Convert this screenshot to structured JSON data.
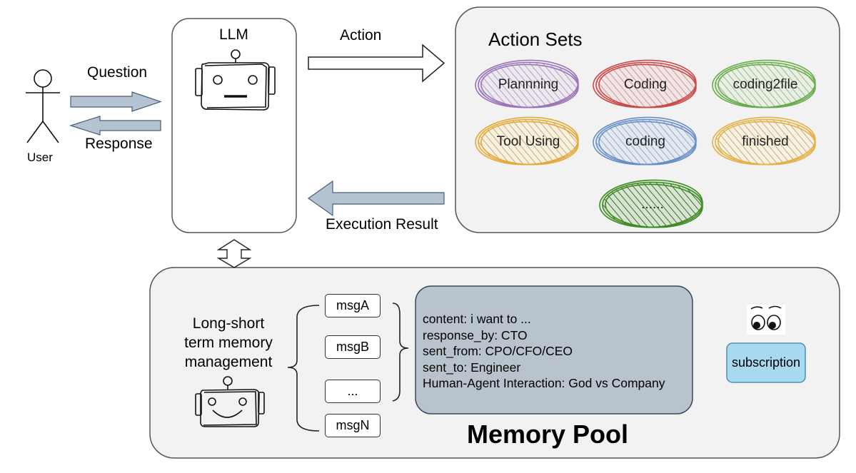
{
  "user": {
    "label": "User"
  },
  "question": {
    "label": "Question"
  },
  "response": {
    "label": "Response"
  },
  "llm": {
    "title": "LLM"
  },
  "action": {
    "label": "Action"
  },
  "action_sets": {
    "title": "Action Sets",
    "items": [
      {
        "label": "Plannning",
        "color": "#9b73b8",
        "fill": "#eee8f3"
      },
      {
        "label": "Coding",
        "color": "#c94a4a",
        "fill": "#f6e3e3"
      },
      {
        "label": "coding2file",
        "color": "#6aab4f",
        "fill": "#e6f2df"
      },
      {
        "label": "Tool Using",
        "color": "#e3a93b",
        "fill": "#fbf0da"
      },
      {
        "label": "coding",
        "color": "#6a8ec4",
        "fill": "#e1e9f5"
      },
      {
        "label": "finished",
        "color": "#e3b14a",
        "fill": "#fbf1dc"
      },
      {
        "label": "......",
        "color": "#3f8a25",
        "fill": "#cfe6c4"
      }
    ]
  },
  "execution_result": {
    "label": "Execution Result"
  },
  "memory": {
    "title": "Memory Pool",
    "management_label": "Long-short\nterm memory\nmanagement",
    "messages": [
      "msgA",
      "msgB",
      "...",
      "msgN"
    ],
    "message_detail": [
      "content:  i want to ...",
      "response_by: CTO",
      "sent_from: CPO/CFO/CEO",
      "sent_to: Engineer",
      "Human-Agent Interaction: God vs Company"
    ],
    "subscription_label": "subscription"
  },
  "colors": {
    "panel_bg": "#f2f2f2",
    "arrow_fill": "#b4c3d1",
    "detail_bg": "#b8c3cd",
    "subscription_bg": "#a9d9ef"
  }
}
